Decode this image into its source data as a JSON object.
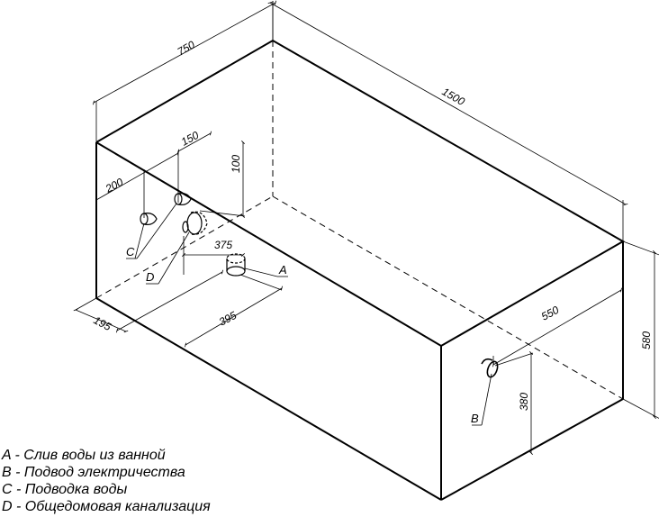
{
  "dimensions": {
    "depth": "750",
    "length": "1500",
    "height": "580",
    "right_offset": "550",
    "right_height": "380",
    "top_offset_150": "150",
    "top_offset_200": "200",
    "vertical_100": "100",
    "horizontal_375": "375",
    "bottom_395": "395",
    "bottom_195": "195"
  },
  "markers": {
    "a": "A",
    "b": "B",
    "c": "C",
    "d": "D"
  },
  "legend": [
    "A - Слив воды из ванной",
    "B - Подвод электричества",
    "C - Подводка воды",
    "D - Общедомовая канализация"
  ]
}
